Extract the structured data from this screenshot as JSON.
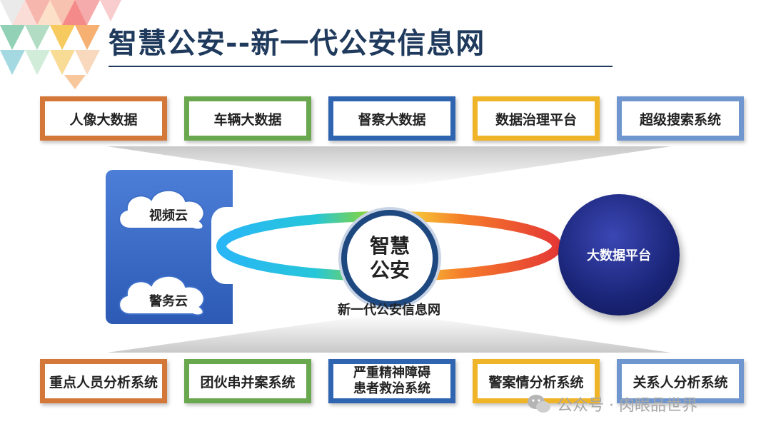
{
  "title": "智慧公安--新一代公安信息网",
  "top_boxes": [
    {
      "label": "人像大数据",
      "color": "#d4783a"
    },
    {
      "label": "车辆大数据",
      "color": "#6aa84f"
    },
    {
      "label": "督察大数据",
      "color": "#2f64b0"
    },
    {
      "label": "数据治理平台",
      "color": "#f0b429"
    },
    {
      "label": "超级搜索系统",
      "color": "#6f96cf"
    }
  ],
  "bottom_boxes": [
    {
      "label": "重点人员分析系统",
      "color": "#d4783a"
    },
    {
      "label": "团伙串并案系统",
      "color": "#6aa84f"
    },
    {
      "label": "严重精神障碍患者救治系统",
      "line1": "严重精神障碍",
      "line2": "患者救治系统",
      "color": "#2f64b0"
    },
    {
      "label": "警案情分析系统",
      "color": "#f0b429"
    },
    {
      "label": "关系人分析系统",
      "color": "#6f96cf"
    }
  ],
  "clouds": {
    "video": "视频云",
    "police": "警务云"
  },
  "center": {
    "label": "智慧公安",
    "subtitle": "新一代公安信息网"
  },
  "big_data_platform": "大数据平台",
  "watermark": "公众号 · 肉眼品世界"
}
